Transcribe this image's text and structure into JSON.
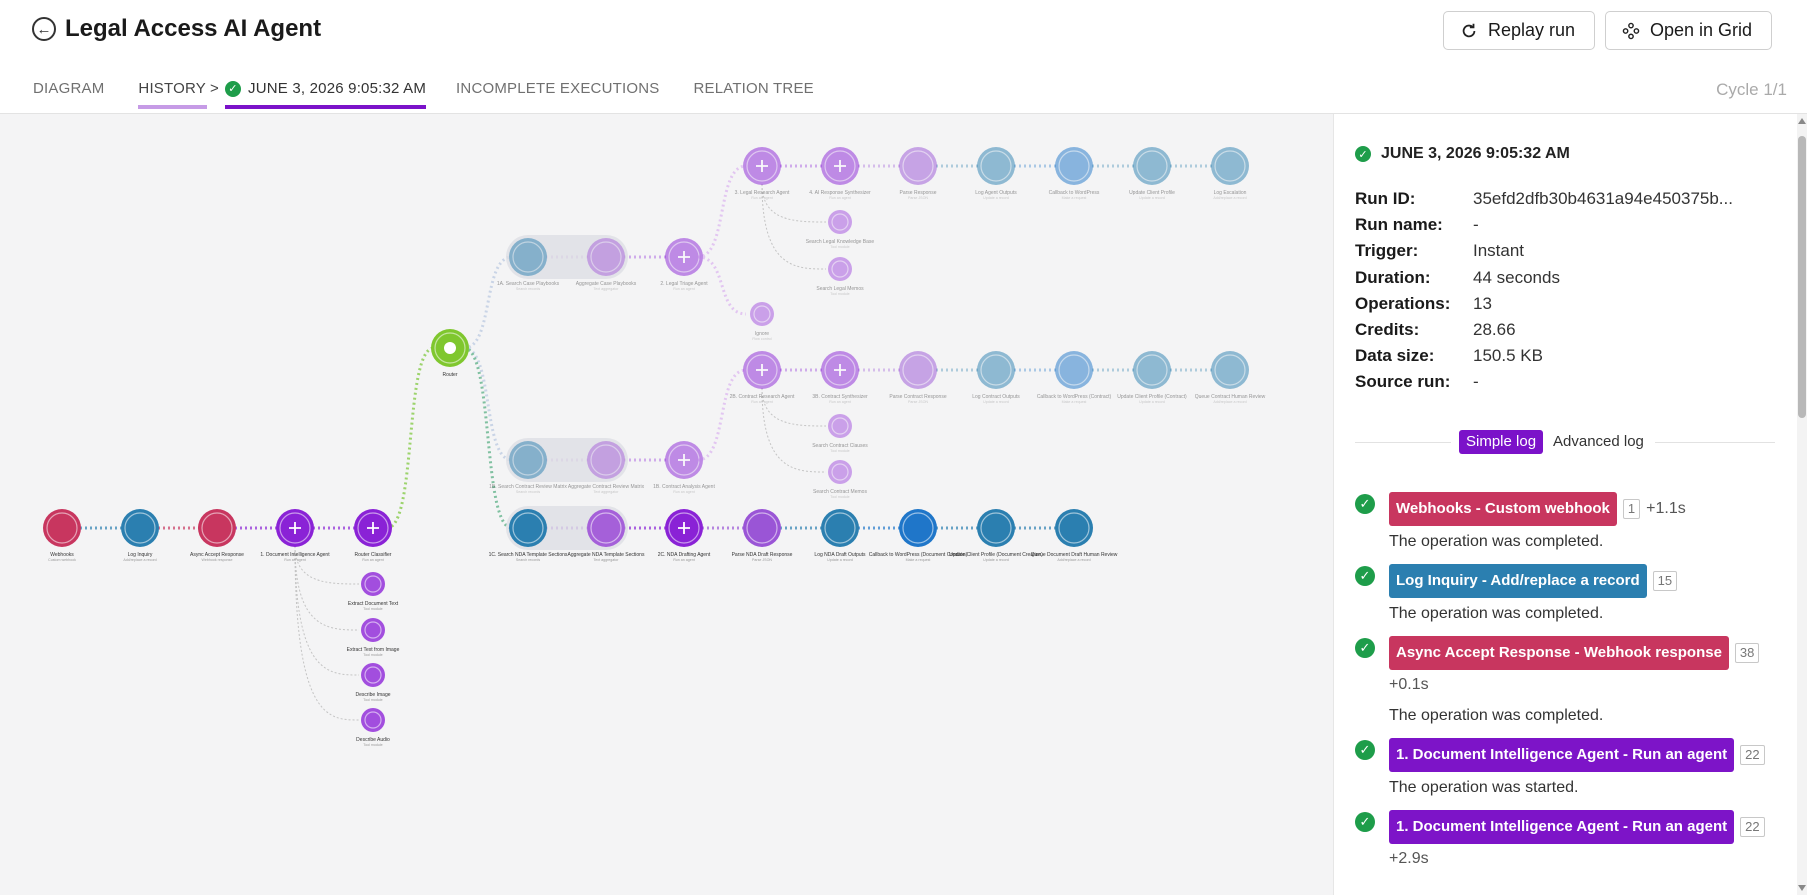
{
  "header": {
    "title": "Legal Access AI Agent",
    "replay_label": "Replay run",
    "open_grid_label": "Open in Grid",
    "cycle": "Cycle 1/1"
  },
  "tabs": {
    "diagram": "DIAGRAM",
    "history": "HISTORY >",
    "run_date": "JUNE 3, 2026 9:05:32 AM",
    "incomplete": "INCOMPLETE EXECUTIONS",
    "relation_tree": "RELATION TREE"
  },
  "colors": {
    "accent": "#7b12c9",
    "success": "#1e9d4a",
    "webhook": "#c8365f",
    "datastore": "#2b7fb0",
    "agent": "#7d14c8"
  },
  "diagram": {
    "modules": [
      {
        "label": "Webhooks",
        "sub": "Custom webhook",
        "kind": "webhook",
        "faded": false
      },
      {
        "label": "Log Inquiry",
        "sub": "Add/replace a record",
        "kind": "db",
        "faded": false
      },
      {
        "label": "Async Accept Response",
        "sub": "Webhook response",
        "kind": "webhook",
        "faded": false
      },
      {
        "label": "1. Document Intelligence Agent",
        "sub": "Run an agent",
        "kind": "agent",
        "faded": false
      },
      {
        "label": "Router Classifier",
        "sub": "Run an agent",
        "kind": "agent",
        "faded": false
      },
      {
        "label": "Router",
        "sub": "",
        "kind": "router",
        "faded": false
      },
      {
        "label": "1A. Search Case Playbooks",
        "sub": "Search records",
        "kind": "db",
        "faded": true
      },
      {
        "label": "Aggregate Case Playbooks",
        "sub": "Text aggregator",
        "kind": "agg",
        "faded": true
      },
      {
        "label": "2. Legal Triage Agent",
        "sub": "Run an agent",
        "kind": "agent",
        "faded": true
      },
      {
        "label": "3. Legal Research Agent",
        "sub": "Run an agent",
        "kind": "agent",
        "faded": true
      },
      {
        "label": "4. AI Response Synthesizer",
        "sub": "Run an agent",
        "kind": "agent",
        "faded": true
      },
      {
        "label": "Parse Response",
        "sub": "Parse JSON",
        "kind": "json",
        "faded": true
      },
      {
        "label": "Log Agent Outputs",
        "sub": "Update a record",
        "kind": "db",
        "faded": true
      },
      {
        "label": "Callback to WordPress",
        "sub": "Make a request",
        "kind": "http",
        "faded": true
      },
      {
        "label": "Update Client Profile",
        "sub": "Update a record",
        "kind": "db",
        "faded": true
      },
      {
        "label": "Log Escalation",
        "sub": "Add/replace a record",
        "kind": "db",
        "faded": true
      },
      {
        "label": "Search Legal Knowledge Base",
        "sub": "Tool module",
        "kind": "tool",
        "faded": true
      },
      {
        "label": "Search Legal Memos",
        "sub": "Tool module",
        "kind": "tool",
        "faded": true
      },
      {
        "label": "Ignore",
        "sub": "Flow control",
        "kind": "tool",
        "faded": true
      },
      {
        "label": "2B. Contract Research Agent",
        "sub": "Run an agent",
        "kind": "agent",
        "faded": true
      },
      {
        "label": "3B. Contract Synthesizer",
        "sub": "Run an agent",
        "kind": "agent",
        "faded": true
      },
      {
        "label": "Parse Contract Response",
        "sub": "Parse JSON",
        "kind": "json",
        "faded": true
      },
      {
        "label": "Log Contract Outputs",
        "sub": "Update a record",
        "kind": "db",
        "faded": true
      },
      {
        "label": "Callback to WordPress (Contract)",
        "sub": "Make a request",
        "kind": "http",
        "faded": true
      },
      {
        "label": "Update Client Profile (Contract)",
        "sub": "Update a record",
        "kind": "db",
        "faded": true
      },
      {
        "label": "Queue Contract Human Review",
        "sub": "Add/replace a record",
        "kind": "db",
        "faded": true
      },
      {
        "label": "Search Contract Clauses",
        "sub": "Tool module",
        "kind": "tool",
        "faded": true
      },
      {
        "label": "Search Contract Memos",
        "sub": "Tool module",
        "kind": "tool",
        "faded": true
      },
      {
        "label": "1B. Search Contract Review Matrix",
        "sub": "Search records",
        "kind": "db",
        "faded": true
      },
      {
        "label": "Aggregate Contract Review Matrix",
        "sub": "Text aggregator",
        "kind": "agg",
        "faded": true
      },
      {
        "label": "1B. Contract Analysis Agent",
        "sub": "Run an agent",
        "kind": "agent",
        "faded": true
      },
      {
        "label": "1C. Search NDA Template Sections",
        "sub": "Search records",
        "kind": "db",
        "faded": false
      },
      {
        "label": "Aggregate NDA Template Sections",
        "sub": "Text aggregator",
        "kind": "agg",
        "faded": false
      },
      {
        "label": "2C. NDA Drafting Agent",
        "sub": "Run an agent",
        "kind": "agent",
        "faded": false
      },
      {
        "label": "Parse NDA Draft Response",
        "sub": "Parse JSON",
        "kind": "json",
        "faded": false
      },
      {
        "label": "Log NDA Draft Outputs",
        "sub": "Update a record",
        "kind": "db",
        "faded": false
      },
      {
        "label": "Callback to WordPress (Document Creation)",
        "sub": "Make a request",
        "kind": "http",
        "faded": false
      },
      {
        "label": "Update Client Profile (Document Creation)",
        "sub": "Update a record",
        "kind": "db",
        "faded": false
      },
      {
        "label": "Queue Document Draft Human Review",
        "sub": "Add/replace a record",
        "kind": "db",
        "faded": false
      },
      {
        "label": "Extract Document Text",
        "sub": "Tool module",
        "kind": "tool",
        "faded": false
      },
      {
        "label": "Extract Text from Image",
        "sub": "Tool module",
        "kind": "tool",
        "faded": false
      },
      {
        "label": "Describe Image",
        "sub": "Tool module",
        "kind": "tool",
        "faded": false
      },
      {
        "label": "Describe Audio",
        "sub": "Tool module",
        "kind": "tool",
        "faded": false
      }
    ]
  },
  "panel": {
    "run_date": "JUNE 3, 2026 9:05:32 AM",
    "details": [
      {
        "key": "Run ID:",
        "value": "35efd2dfb30b4631a94e450375b..."
      },
      {
        "key": "Run name:",
        "value": "-"
      },
      {
        "key": "Trigger:",
        "value": "Instant"
      },
      {
        "key": "Duration:",
        "value": "44 seconds"
      },
      {
        "key": "Operations:",
        "value": "13"
      },
      {
        "key": "Credits:",
        "value": "28.66"
      },
      {
        "key": "Data size:",
        "value": "150.5 KB"
      },
      {
        "key": "Source run:",
        "value": "-"
      }
    ],
    "simple_log": "Simple log",
    "advanced_log": "Advanced log",
    "logs": [
      {
        "module": "Webhooks - Custom webhook",
        "op": "1",
        "duration": "+1.1s",
        "message": "The operation was completed.",
        "color": "#c8365f"
      },
      {
        "module": "Log Inquiry - Add/replace a record",
        "op": "15",
        "duration": "",
        "message": "The operation was completed.",
        "color": "#2b7fb0"
      },
      {
        "module": "Async Accept Response - Webhook response",
        "op": "38",
        "duration": "+0.1s",
        "message": "The operation was completed.",
        "color": "#c8365f"
      },
      {
        "module": "1. Document Intelligence Agent - Run an agent",
        "op": "22",
        "duration": "",
        "message": "The operation was started.",
        "color": "#7d14c8"
      },
      {
        "module": "1. Document Intelligence Agent - Run an agent",
        "op": "22",
        "duration": "+2.9s",
        "message": "",
        "color": "#7d14c8"
      }
    ]
  }
}
